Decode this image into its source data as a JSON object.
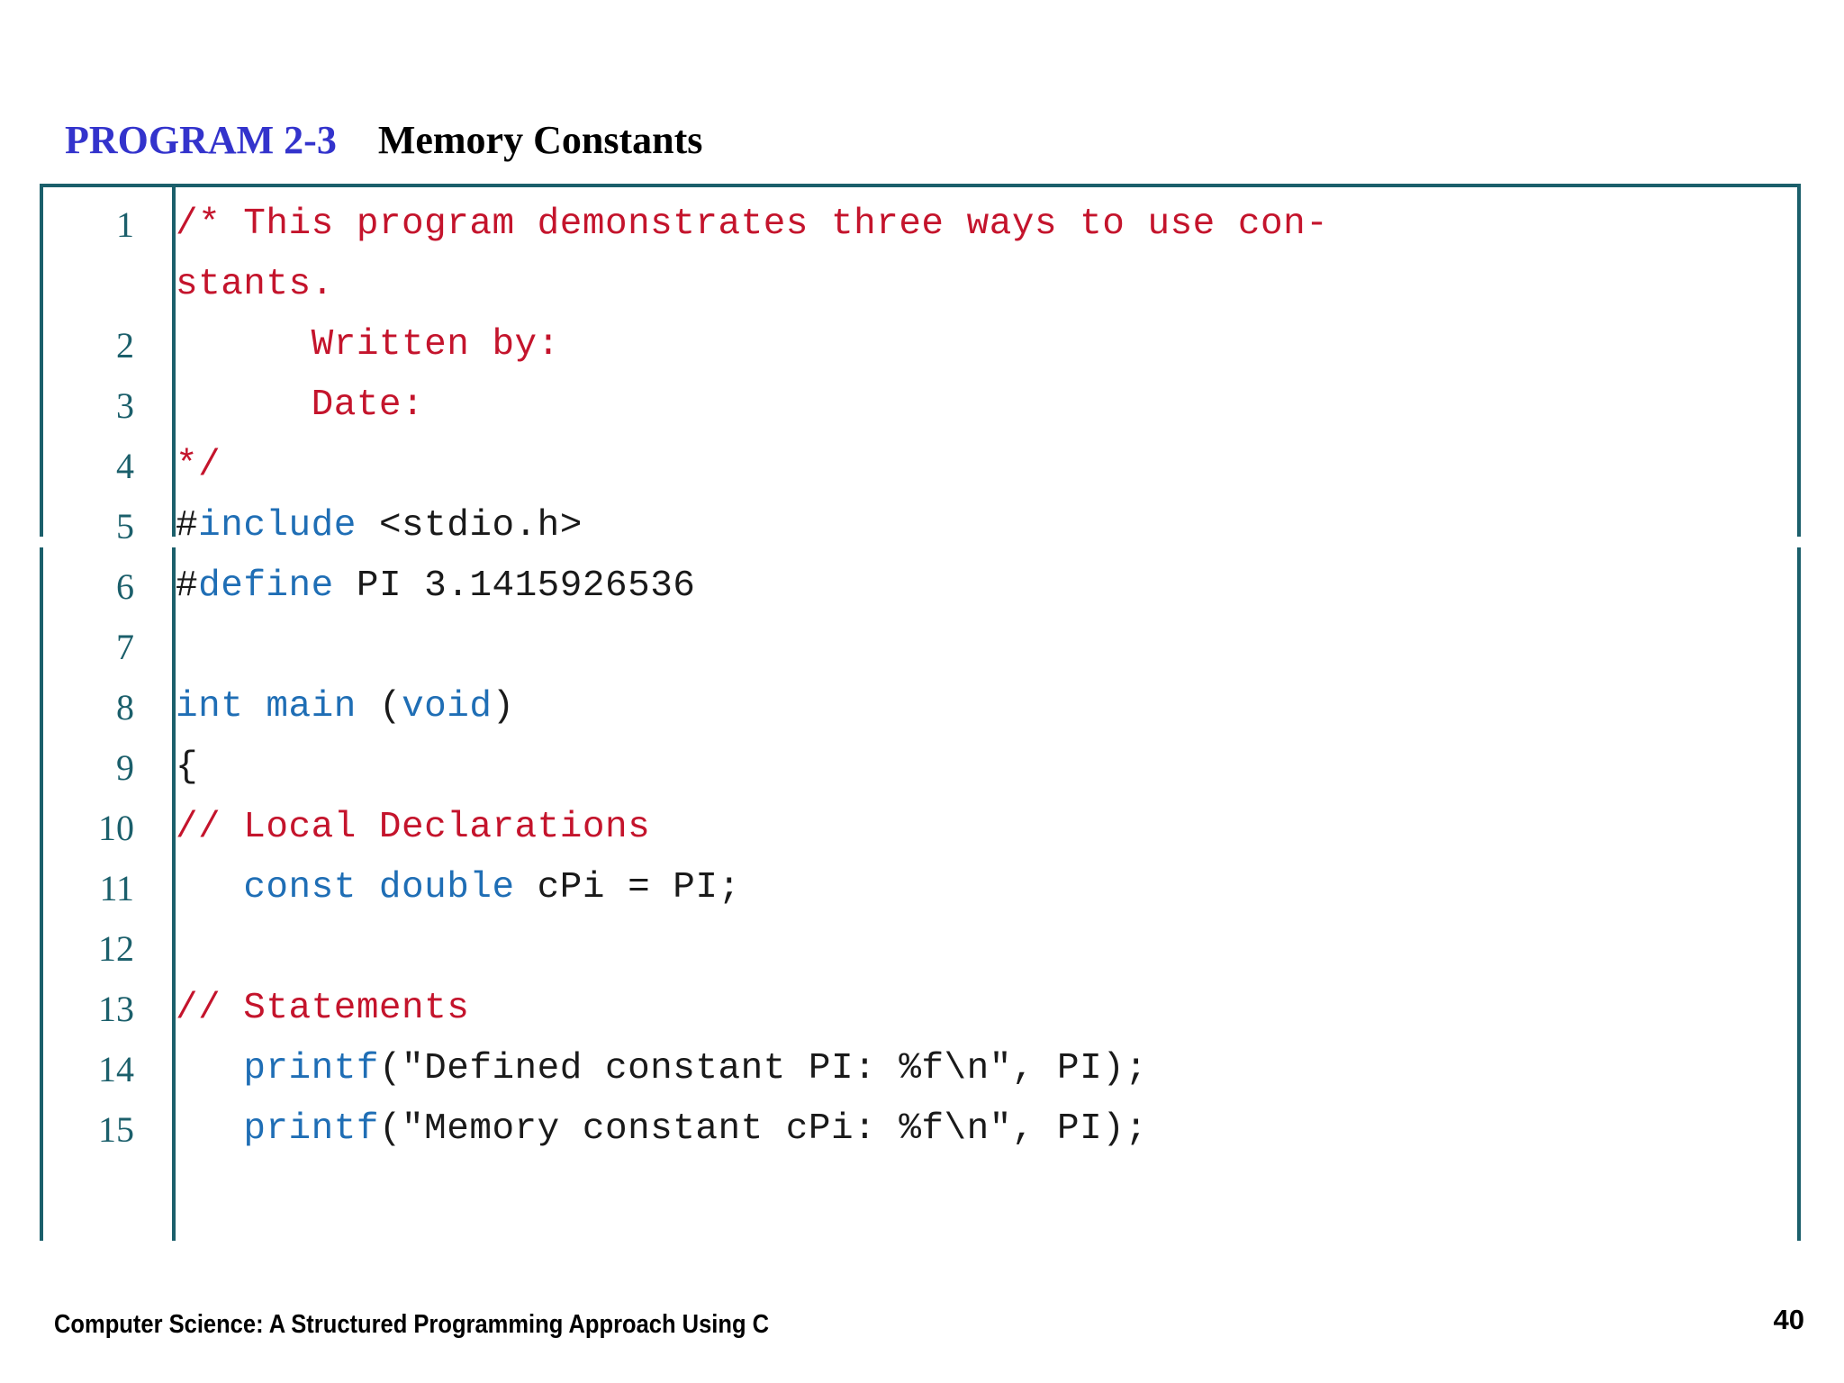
{
  "title": {
    "program_label": "PROGRAM 2-3",
    "program_caption": "Memory Constants"
  },
  "colors": {
    "program_label": "#3333cc",
    "border": "#1b5f6b",
    "line_number": "#1b5f6b",
    "comment": "#c4142c",
    "keyword": "#1f6eb5",
    "plain": "#1a1a1a"
  },
  "code": {
    "language": "C",
    "lines": [
      {
        "number": "1",
        "text": "/* This program demonstrates three ways to use con-\nstants.",
        "tokens": [
          {
            "t": "/* This program demonstrates three ways to use con-\nstants.",
            "c": "comment"
          }
        ]
      },
      {
        "number": "2",
        "text": "      Written by:",
        "tokens": [
          {
            "t": "      Written by:",
            "c": "comment"
          }
        ]
      },
      {
        "number": "3",
        "text": "      Date:",
        "tokens": [
          {
            "t": "      Date:",
            "c": "comment"
          }
        ]
      },
      {
        "number": "4",
        "text": "*/",
        "tokens": [
          {
            "t": "*/",
            "c": "comment"
          }
        ]
      },
      {
        "number": "5",
        "text": "#include <stdio.h>",
        "tokens": [
          {
            "t": "#",
            "c": "plain"
          },
          {
            "t": "include",
            "c": "kw"
          },
          {
            "t": " <stdio.h>",
            "c": "plain"
          }
        ]
      },
      {
        "number": "6",
        "text": "#define PI 3.1415926536",
        "tokens": [
          {
            "t": "#",
            "c": "plain"
          },
          {
            "t": "define",
            "c": "kw"
          },
          {
            "t": " PI 3.1415926536",
            "c": "plain"
          }
        ]
      },
      {
        "number": "7",
        "text": "",
        "tokens": []
      },
      {
        "number": "8",
        "text": "int main (void)",
        "tokens": [
          {
            "t": "int main",
            "c": "kw"
          },
          {
            "t": " (",
            "c": "plain"
          },
          {
            "t": "void",
            "c": "kw"
          },
          {
            "t": ")",
            "c": "plain"
          }
        ]
      },
      {
        "number": "9",
        "text": "{",
        "tokens": [
          {
            "t": "{",
            "c": "plain"
          }
        ]
      },
      {
        "number": "10",
        "text": "// Local Declarations",
        "tokens": [
          {
            "t": "// Local Declarations",
            "c": "comment"
          }
        ]
      },
      {
        "number": "11",
        "text": "   const double cPi = PI;",
        "tokens": [
          {
            "t": "   ",
            "c": "plain"
          },
          {
            "t": "const double",
            "c": "kw"
          },
          {
            "t": " cPi = PI;",
            "c": "plain"
          }
        ]
      },
      {
        "number": "12",
        "text": "",
        "tokens": []
      },
      {
        "number": "13",
        "text": "// Statements",
        "tokens": [
          {
            "t": "// Statements",
            "c": "comment"
          }
        ]
      },
      {
        "number": "14",
        "text": "   printf(\"Defined constant PI: %f\\n\", PI);",
        "tokens": [
          {
            "t": "   ",
            "c": "plain"
          },
          {
            "t": "printf",
            "c": "kw"
          },
          {
            "t": "(\"Defined constant PI: %f\\n\", PI);",
            "c": "plain"
          }
        ]
      },
      {
        "number": "15",
        "text": "   printf(\"Memory constant cPi: %f\\n\", PI);",
        "tokens": [
          {
            "t": "   ",
            "c": "plain"
          },
          {
            "t": "printf",
            "c": "kw"
          },
          {
            "t": "(\"Memory constant cPi: %f\\n\", PI);",
            "c": "plain"
          }
        ]
      }
    ]
  },
  "footer": {
    "book_title": "Computer Science: A Structured Programming Approach Using C",
    "page_number": "40"
  }
}
